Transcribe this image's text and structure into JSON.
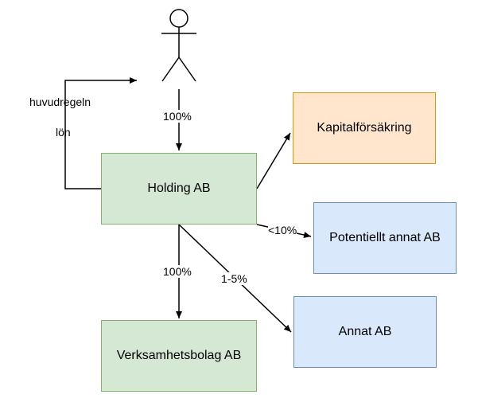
{
  "nodes": {
    "holding": "Holding AB",
    "kapital": "Kapitalförsäkring",
    "potentiellt": "Potentiellt annat AB",
    "annat": "Annat AB",
    "verksamhet": "Verksamhetsbolag AB"
  },
  "edge_labels": {
    "person_to_holding": "100%",
    "holding_to_verksamhet": "100%",
    "holding_to_annat": "1-5%",
    "holding_to_potentiellt": "<10%",
    "loop_top": "huvudregeln",
    "loop_bottom": "lön"
  },
  "colors": {
    "green_fill": "#d5e8d4",
    "green_stroke": "#82b366",
    "orange_fill": "#ffe6cc",
    "orange_stroke": "#d79b00",
    "blue_fill": "#dae8fc",
    "blue_stroke": "#6c8ebf"
  },
  "icons": {
    "person": "stick-figure-actor"
  }
}
